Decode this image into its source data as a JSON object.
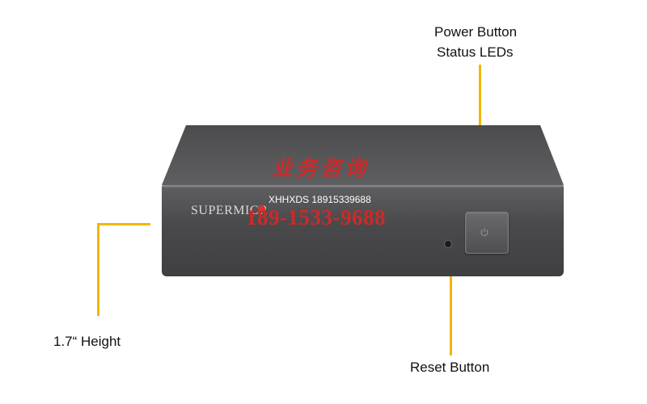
{
  "callouts": {
    "power": [
      "Power Button",
      "Status LEDs"
    ],
    "reset": "Reset Button",
    "height": "1.7“ Height"
  },
  "device": {
    "brand": "SUPERMICR"
  },
  "watermark": {
    "chinese": "业务咨询",
    "contact": "XHHXDS 18915339688",
    "phone": "189-1533-9688"
  },
  "colors": {
    "leader": "#f2b705",
    "watermark": "#cc2a2a",
    "device_body": "#4a4a4c"
  }
}
